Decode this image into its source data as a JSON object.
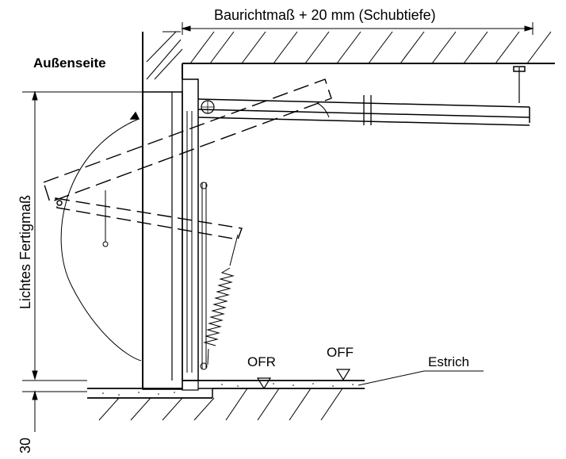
{
  "labels": {
    "depth_dimension": "Baurichtmaß + 20 mm (Schubtiefe)",
    "outside": "Außenseite",
    "clear_height": "Lichtes Fertigmaß",
    "floor_offset": "30",
    "ofr": "OFR",
    "off": "OFF",
    "screed": "Estrich"
  },
  "colors": {
    "line": "#000000",
    "background": "#ffffff"
  }
}
